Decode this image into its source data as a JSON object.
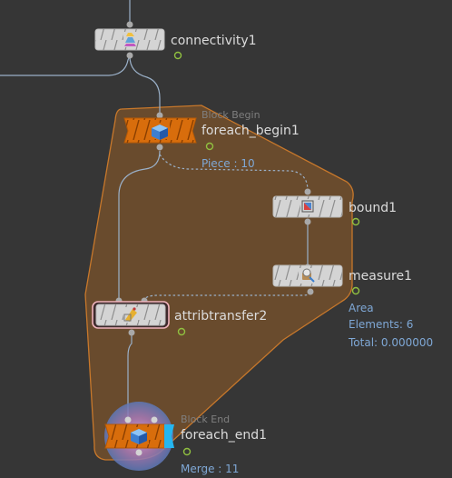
{
  "network": {
    "nodes": {
      "connectivity": {
        "name": "connectivity1"
      },
      "foreach_begin": {
        "name": "foreach_begin1",
        "block_label": "Block Begin",
        "info": "Piece : 10"
      },
      "bound": {
        "name": "bound1"
      },
      "measure": {
        "name": "measure1",
        "info": [
          "Area",
          "Elements: 6",
          "Total: 0.000000"
        ]
      },
      "attribtransfer": {
        "name": "attribtransfer2"
      },
      "foreach_end": {
        "name": "foreach_end1",
        "block_label": "Block End",
        "info": "Merge : 11"
      }
    },
    "colors": {
      "background": "#363636",
      "block": "#e17d1a",
      "wire": "#9ab0c8",
      "node_gray": "#d4d4d4",
      "node_orange": "#d86d0c",
      "selected_outline": "#f0b4bc",
      "flag_green": "#90c040",
      "info_text": "#7fa8d6",
      "end_accent": "#25b6f0"
    },
    "icons": {
      "connectivity": "connectivity-icon",
      "foreach_begin": "cube-icon",
      "bound": "bound-box-icon",
      "measure": "measure-icon",
      "attribtransfer": "attrib-transfer-icon",
      "foreach_end": "cube-icon"
    }
  }
}
